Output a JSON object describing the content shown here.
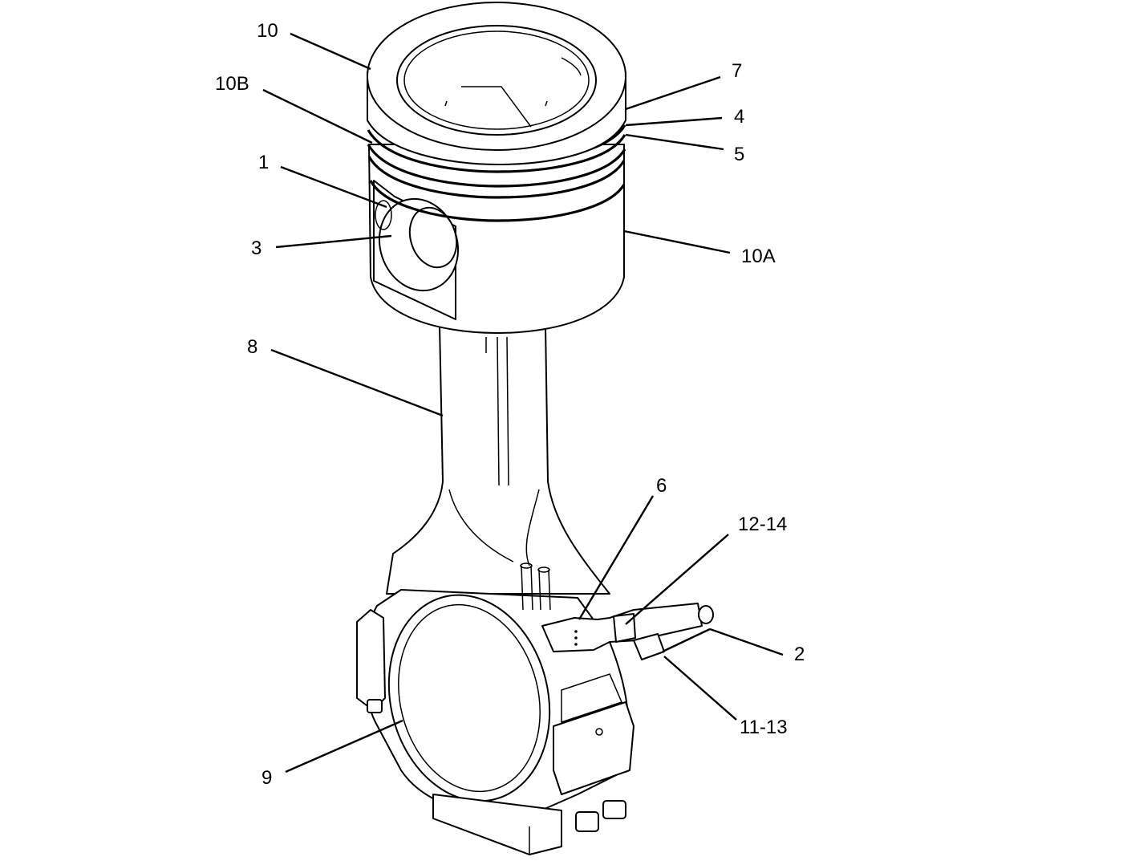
{
  "callouts": [
    {
      "id": "10",
      "label": "10"
    },
    {
      "id": "10B",
      "label": "10B"
    },
    {
      "id": "1",
      "label": "1"
    },
    {
      "id": "3",
      "label": "3"
    },
    {
      "id": "7",
      "label": "7"
    },
    {
      "id": "4",
      "label": "4"
    },
    {
      "id": "5",
      "label": "5"
    },
    {
      "id": "10A",
      "label": "10A"
    },
    {
      "id": "8",
      "label": "8"
    },
    {
      "id": "6",
      "label": "6"
    },
    {
      "id": "12-14",
      "label": "12-14"
    },
    {
      "id": "2",
      "label": "2"
    },
    {
      "id": "11-13",
      "label": "11-13"
    },
    {
      "id": "9",
      "label": "9"
    }
  ]
}
